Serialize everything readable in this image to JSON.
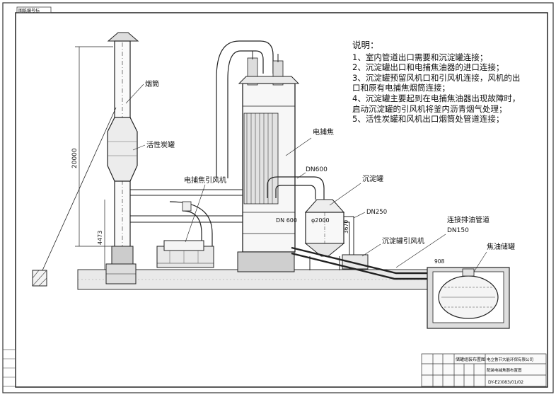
{
  "labels": {
    "chimney": "烟筒",
    "carbon_tank": "活性炭罐",
    "height_dim": "20000",
    "base_dim": "4473",
    "esp_fan": "电捕焦引风机",
    "esp": "电捕焦",
    "pipe_dn600_top": "DN600",
    "settling_tank": "沉淀罐",
    "pipe_dn250": "DN250",
    "pipe_dn600_side": "DN 600",
    "tank_diameter": "φ2000",
    "tank_height": "3670",
    "settling_fan": "沉淀罐引风机",
    "oil_pipe": "连接排油管道",
    "oil_pipe_dn": "DN150",
    "oil_tank": "焦油储罐",
    "small_dim": "908"
  },
  "notes": {
    "title": "说明：",
    "lines": [
      "1、室内管道出口需要和沉淀罐连接；",
      "2、沉淀罐出口和电捕焦油器的进口连接；",
      "3、沉淀罐预留风机口和引风机连接，风机的出",
      "口和原有电捕焦烟筒连接；",
      "4、沉淀罐主要起到在电捕焦油器出现故障时，",
      "启动沉淀罐的引风机将釜内沥青烟气处理；",
      "5、活性炭罐和风机出口烟筒处管道连接；"
    ]
  },
  "title_block": {
    "drawing_name": "储罐组装布置图",
    "company": "电立鲁节大能环保有限公司",
    "subtitle": "配装电捕焦器布置图",
    "drawing_no": "DY-E2)083/01/02"
  },
  "corner_tag": "图纸编号标"
}
